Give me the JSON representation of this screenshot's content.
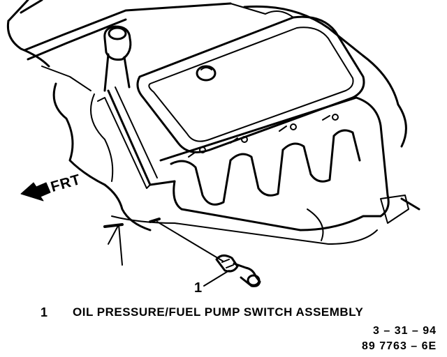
{
  "diagram": {
    "direction_label": "FRT",
    "callout_number": "1",
    "legend": {
      "number": "1",
      "text": "OIL PRESSURE/FUEL PUMP SWITCH ASSEMBLY"
    },
    "date_code": "3 – 31 – 94",
    "figure_code": "89 7763 – 6E"
  },
  "icons": {
    "direction_arrow": "front-arrow-icon"
  },
  "colors": {
    "ink": "#000000",
    "paper": "#ffffff"
  }
}
